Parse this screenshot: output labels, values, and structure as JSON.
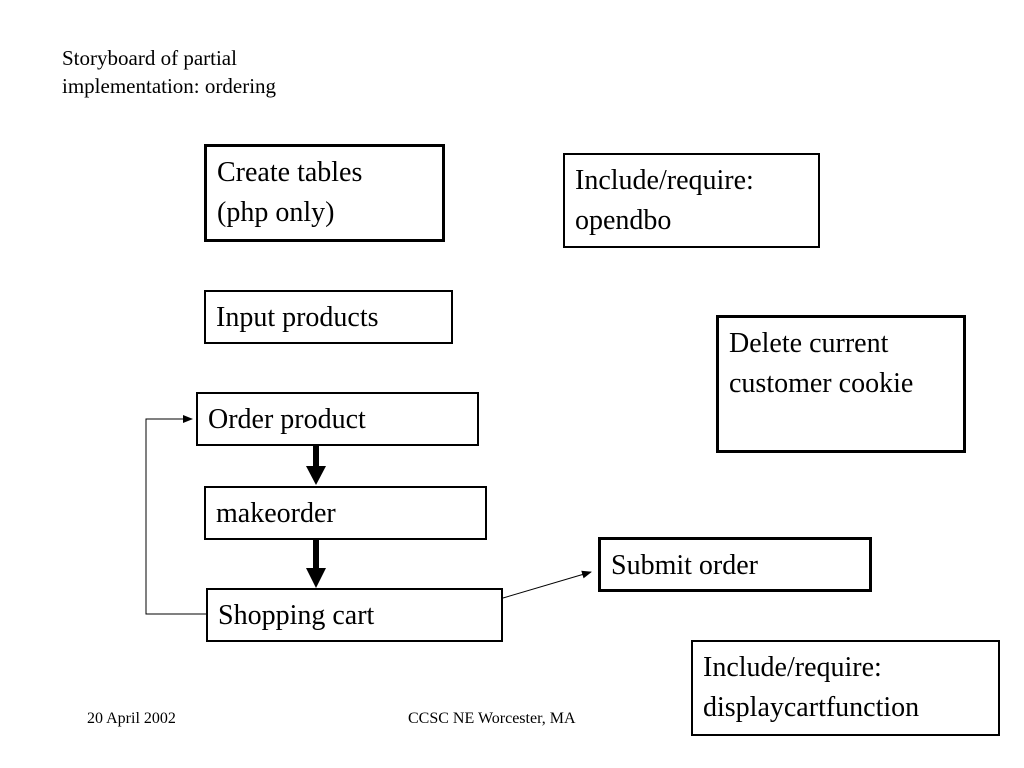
{
  "slide": {
    "title_line1": "Storyboard of partial",
    "title_line2": "implementation: ordering"
  },
  "boxes": {
    "create_tables": {
      "line1": "Create tables",
      "line2": "(php only)"
    },
    "include_opendbo": {
      "line1": "Include/require:",
      "line2": "opendbo"
    },
    "input_products": {
      "line1": "Input products"
    },
    "delete_cookie": {
      "line1": "Delete current",
      "line2": "customer cookie"
    },
    "order_product": {
      "line1": "Order product"
    },
    "makeorder": {
      "line1": "makeorder"
    },
    "submit_order": {
      "line1": "Submit order"
    },
    "shopping_cart": {
      "line1": "Shopping cart"
    },
    "include_displaycart": {
      "line1": "Include/require:",
      "line2": "displaycartfunction"
    }
  },
  "footer": {
    "date": "20 April 2002",
    "venue": "CCSC NE Worcester, MA"
  },
  "colors": {
    "stroke": "#000000",
    "background": "#ffffff"
  }
}
